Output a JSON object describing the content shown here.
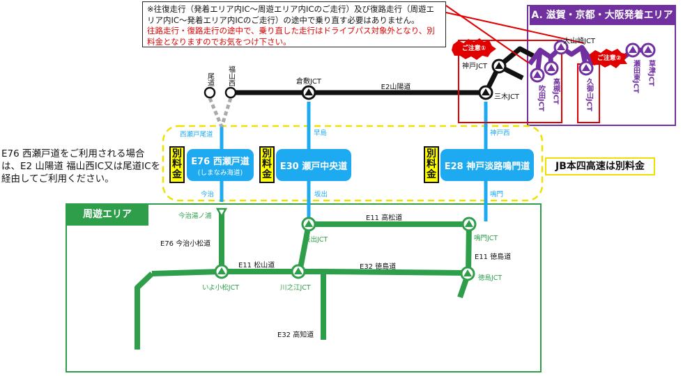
{
  "notice": {
    "line1": "※往復走行（発着エリア内IC～周遊エリア内ICのご走行）及び復路走行（周遊エリア内IC～発着エリア内ICのご走行）の途中で乗り直す必要はありません。",
    "line2_red": "往路走行・復路走行の途中で、乗り直した走行はドライブパス対象外となり、別料金となりますのでお気をつけ下さい。"
  },
  "left_note": "E76 西瀬戸道をご利用される場合は、E2 山陽道 福山西IC又は尾道ICを経由してご利用ください。",
  "area_a_title": "A. 滋賀・京都・大阪発着エリア",
  "shuyu_title": "周遊エリア",
  "jb_note": "JB本四高速は別料金",
  "fee_label": "別料金",
  "caution1": "ご注意①",
  "caution2": "ご注意②",
  "routes": {
    "e76_title": "E76 西瀬戸道",
    "e76_sub": "(しまなみ海道)",
    "e30_title": "E30 瀬戸中央道",
    "e28_title": "E28 神戸淡路鳴門道"
  },
  "labels": {
    "onomichi": "尾道",
    "fukuyamanishi": "福山西",
    "kurashiki_jct": "倉敷JCT",
    "e2": "E2山陽道",
    "kobe_jct": "神戸JCT",
    "miki_jct": "三木JCT",
    "nishiseto_onomichi": "西瀬戸尾道",
    "hayashima": "早島",
    "kobenishi": "神戸西",
    "imabari": "今治",
    "sakaide": "坂出",
    "naruto": "鳴門",
    "imabari_yunoura": "今治湯ノ浦",
    "e76_imabari_komatsu": "E76 今治小松道",
    "sakaide_jct": "坂出JCT",
    "e11_takamatsu": "E11 高松道",
    "naruto_jct": "鳴門JCT",
    "e11_tokushima": "E11 徳島道",
    "e11_matsuyama": "E11 松山道",
    "e32_tokushima": "E32 徳島道",
    "iyo_komatsu_jct": "いよ小松JCT",
    "kawanoe_jct": "川之江JCT",
    "tokushima_jct": "徳島JCT",
    "e32_kochi": "E32 高知道",
    "oyamazaki_jct": "大山崎JCT",
    "suita_jct": "吹田JCT",
    "takatsuki_jct": "高槻JCT",
    "kumiyama_jct": "久御山JCT",
    "setahigashi_jct": "瀬田東JCT",
    "kusatsu_jct": "草津JCT"
  },
  "colors": {
    "green": "#2e9e4b",
    "blue": "#1eaaf1",
    "purple": "#7030a0",
    "red": "#e00000",
    "yellow_dash": "#f0e000",
    "black": "#111111"
  }
}
